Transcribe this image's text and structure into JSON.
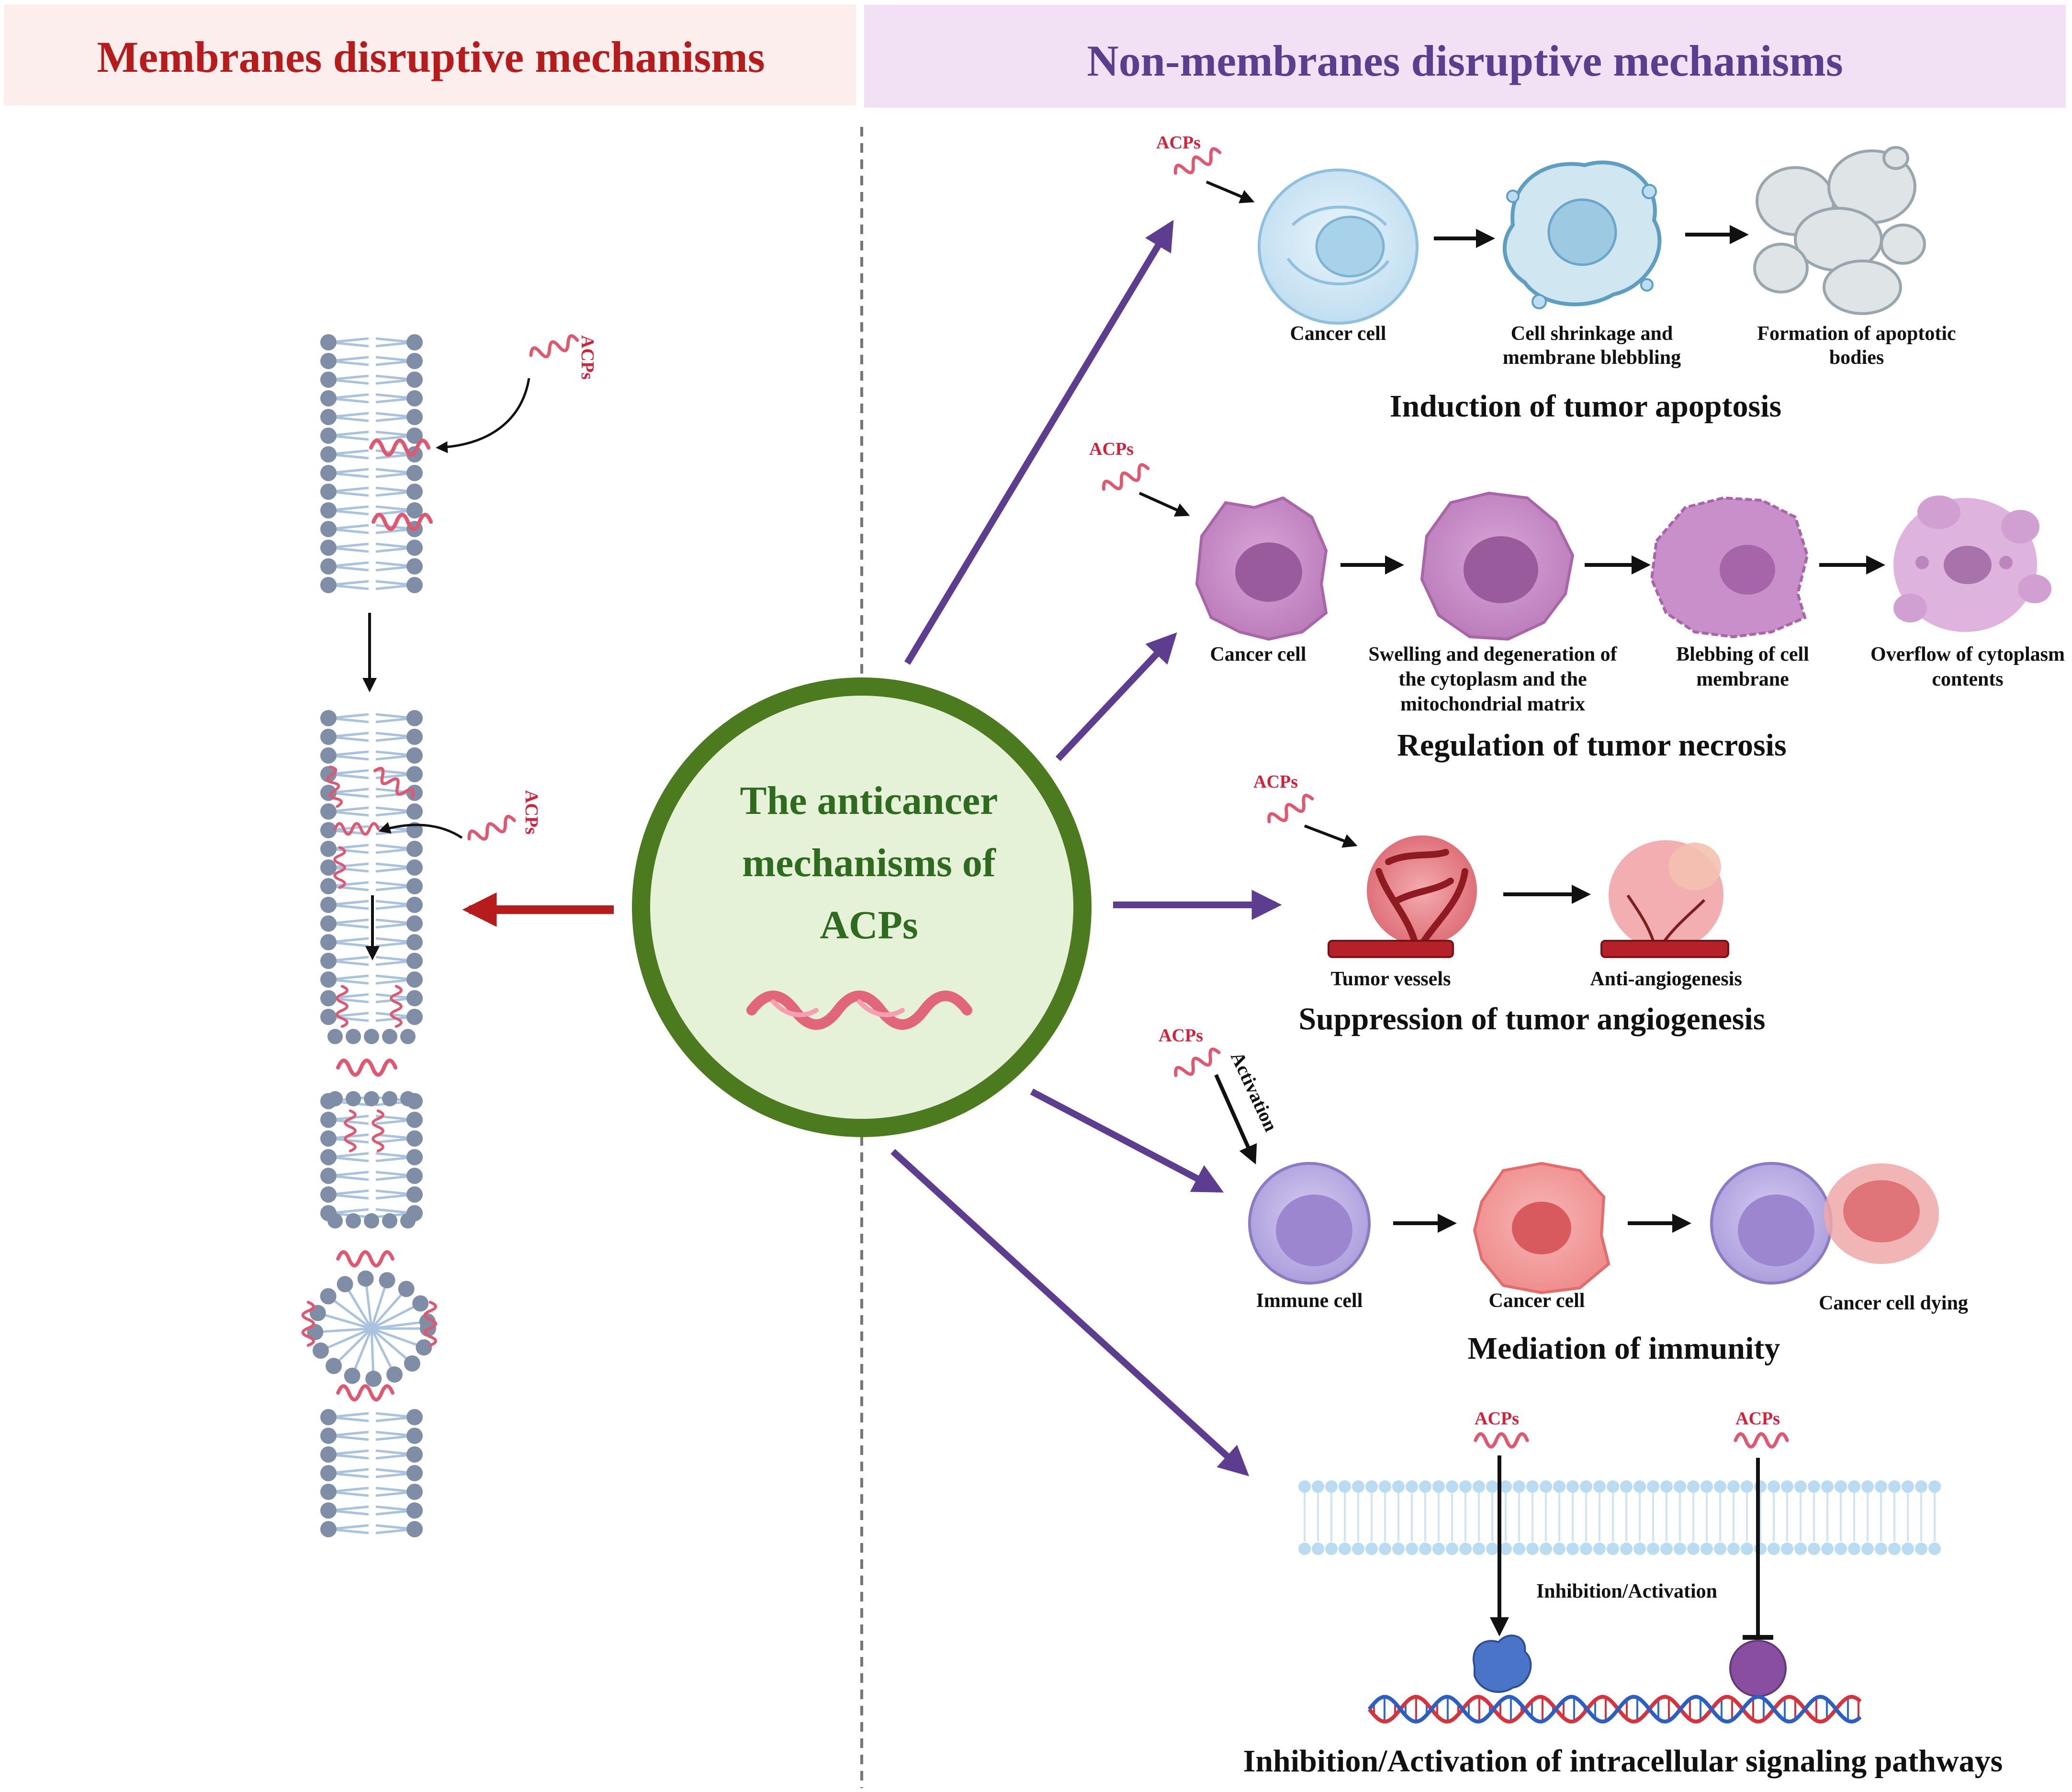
{
  "headers": {
    "left": "Membranes disruptive mechanisms",
    "right": "Non-membranes disruptive mechanisms"
  },
  "center": {
    "line1": "The anticancer",
    "line2": "mechanisms of",
    "line3": "ACPs"
  },
  "acp_label": "ACPs",
  "apoptosis": {
    "labels": [
      "Cancer cell",
      "Cell shrinkage and",
      "membrane blebbling",
      "Formation of apoptotic",
      "bodies"
    ],
    "title": "Induction of tumor apoptosis"
  },
  "necrosis": {
    "labels": [
      "Cancer cell",
      "Swelling and degeneration of",
      "the cytoplasm and the",
      "mitochondrial matrix",
      "Blebbing of  cell",
      "membrane",
      "Overflow of cytoplasm",
      "contents"
    ],
    "title": "Regulation of tumor necrosis"
  },
  "angiogenesis": {
    "labels": [
      "Tumor vessels",
      "Anti-angiogenesis"
    ],
    "title": "Suppression of tumor angiogenesis"
  },
  "immunity": {
    "activation": "Activation",
    "labels": [
      "Immune cell",
      "Cancer cell",
      "Cancer cell dying"
    ],
    "title": "Mediation of immunity"
  },
  "signaling": {
    "middle": "Inhibition/Activation",
    "title": "Inhibition/Activation of intracellular signaling pathways"
  },
  "colors": {
    "left_header_bg": "#fdeeee",
    "right_header_bg": "#f2e1f4",
    "purple_arrow": "#5c3d8f",
    "red_arrow": "#b71c1c",
    "ring": "#4b7a1f",
    "ring_fill": "#e5f2d7",
    "peptide": "#e0576f"
  }
}
